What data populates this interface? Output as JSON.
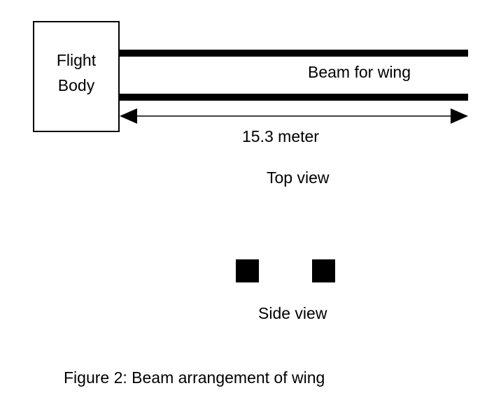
{
  "diagram": {
    "flight_body": {
      "line1": "Flight",
      "line2": "Body"
    },
    "beam_label": "Beam for wing",
    "dimension_label": "15.3 meter",
    "top_view_label": "Top view",
    "side_view_label": "Side view",
    "caption": "Figure 2: Beam arrangement of wing",
    "colors": {
      "ink": "#000000",
      "background": "#ffffff"
    }
  }
}
